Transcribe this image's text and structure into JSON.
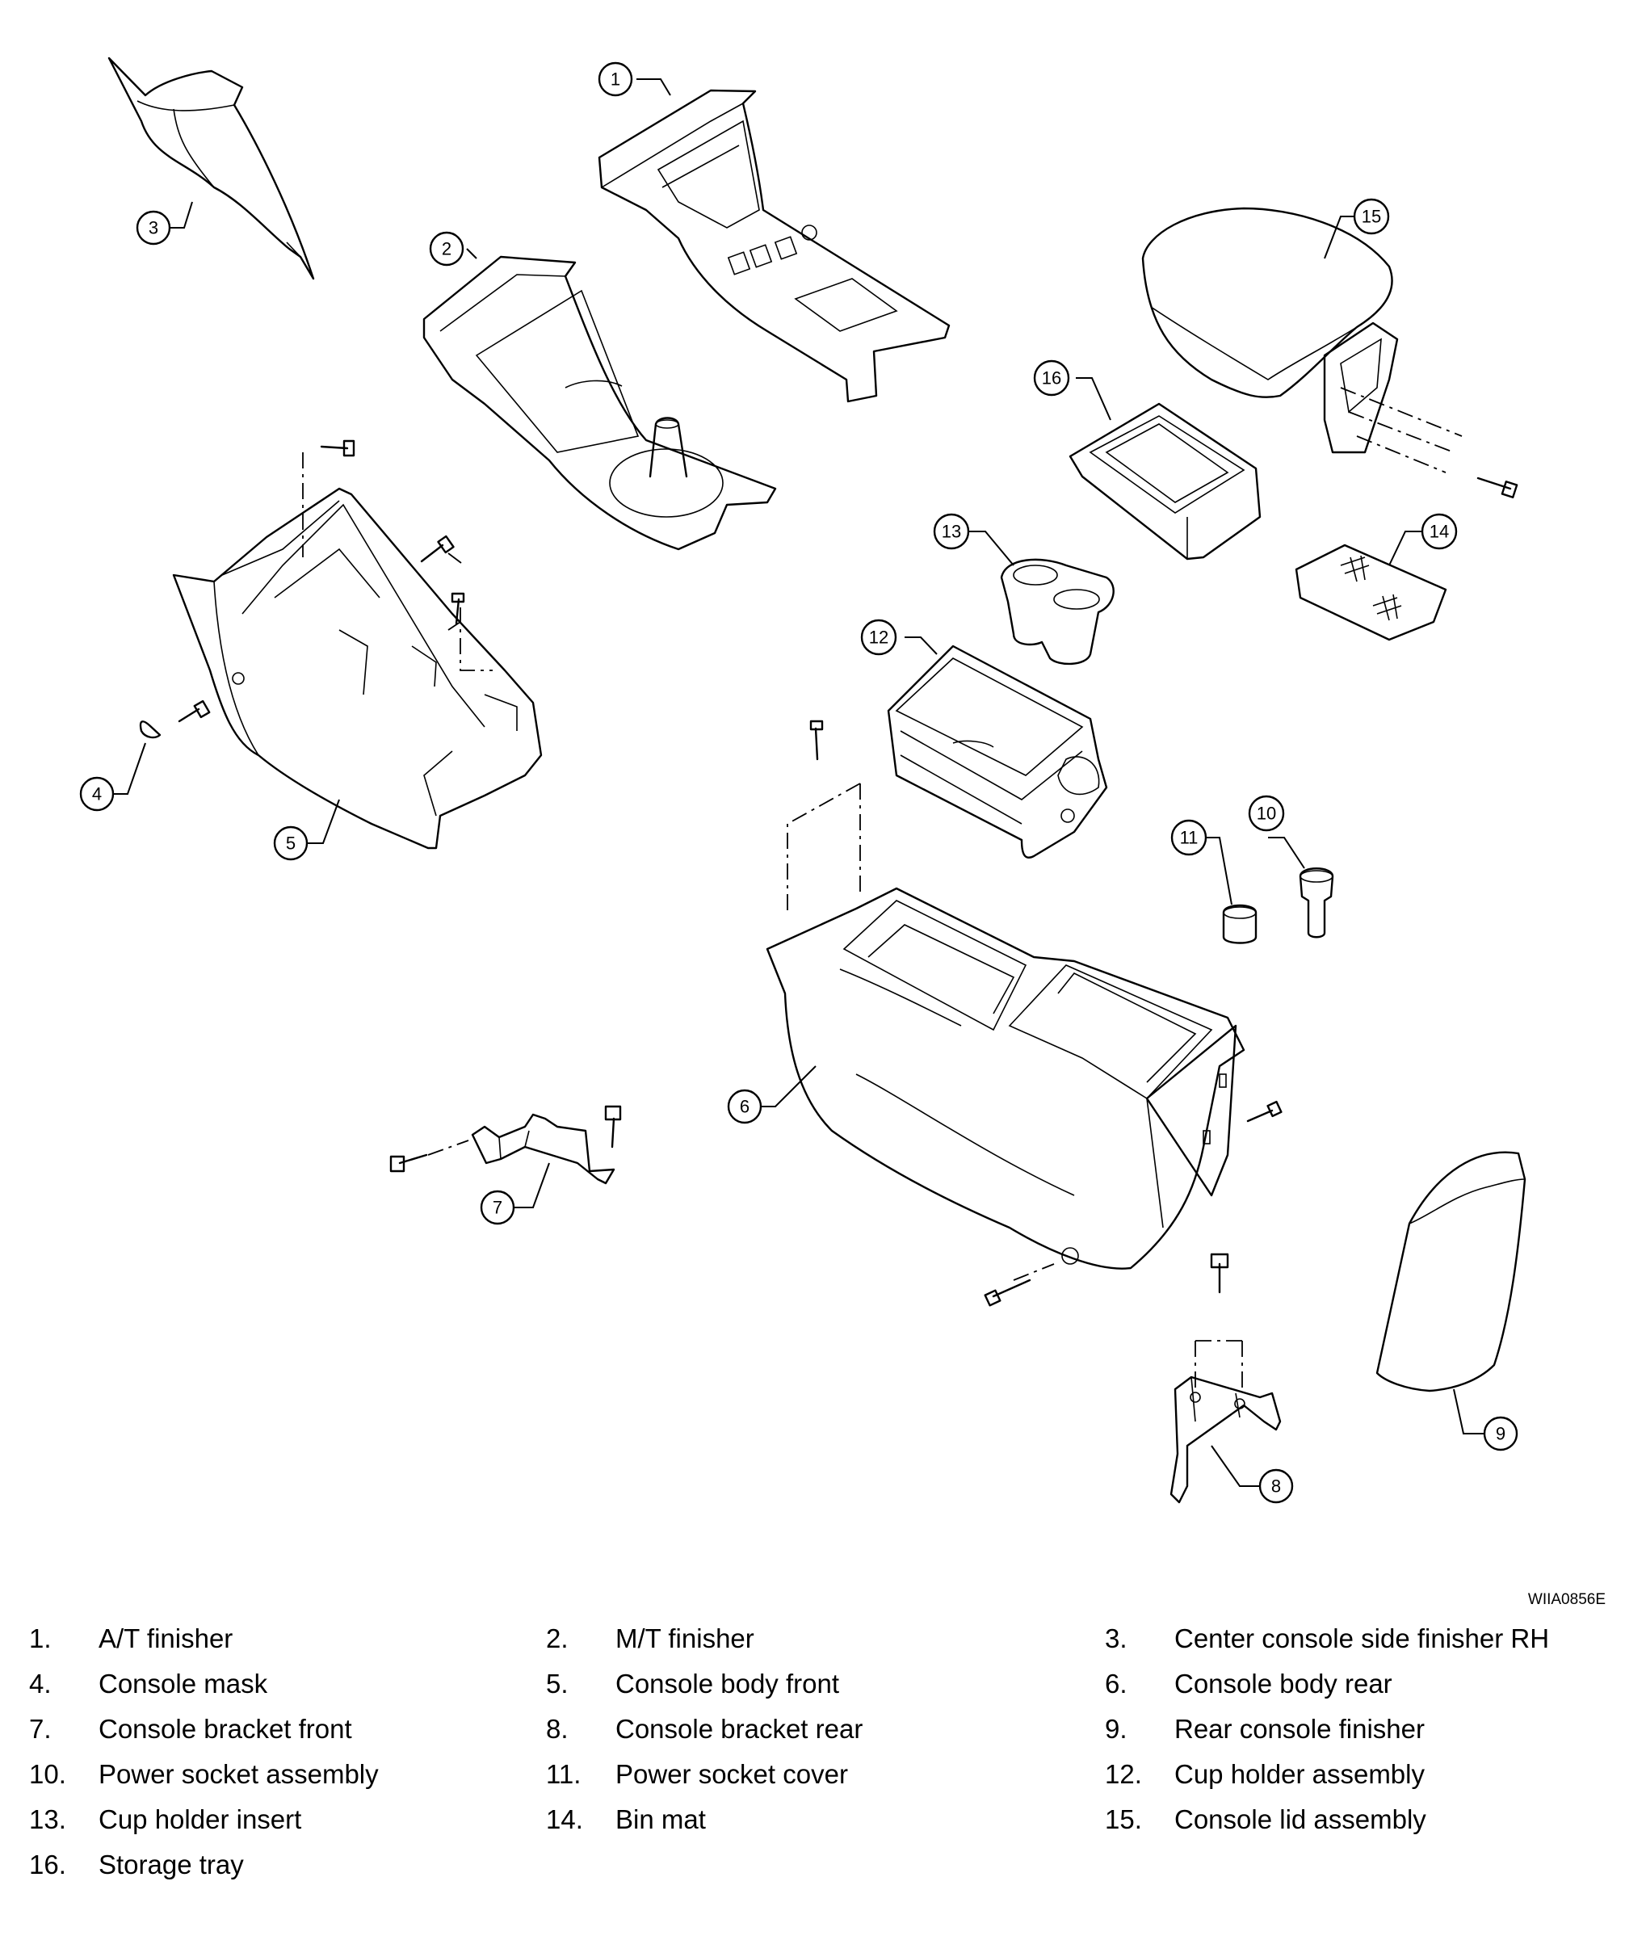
{
  "figure_code": "WIIA0856E",
  "callouts": [
    "1",
    "2",
    "3",
    "4",
    "5",
    "6",
    "7",
    "8",
    "9",
    "10",
    "11",
    "12",
    "13",
    "14",
    "15",
    "16"
  ],
  "legend": [
    {
      "num": "1.",
      "text": "A/T finisher"
    },
    {
      "num": "2.",
      "text": "M/T finisher"
    },
    {
      "num": "3.",
      "text": "Center console side finisher RH"
    },
    {
      "num": "4.",
      "text": "Console mask"
    },
    {
      "num": "5.",
      "text": "Console body front"
    },
    {
      "num": "6.",
      "text": "Console body rear"
    },
    {
      "num": "7.",
      "text": "Console bracket front"
    },
    {
      "num": "8.",
      "text": "Console bracket rear"
    },
    {
      "num": "9.",
      "text": "Rear console finisher"
    },
    {
      "num": "10.",
      "text": "Power socket assembly"
    },
    {
      "num": "11.",
      "text": "Power socket cover"
    },
    {
      "num": "12.",
      "text": "Cup holder assembly"
    },
    {
      "num": "13.",
      "text": "Cup holder insert"
    },
    {
      "num": "14.",
      "text": "Bin mat"
    },
    {
      "num": "15.",
      "text": "Console lid assembly"
    },
    {
      "num": "16.",
      "text": "Storage tray"
    }
  ]
}
